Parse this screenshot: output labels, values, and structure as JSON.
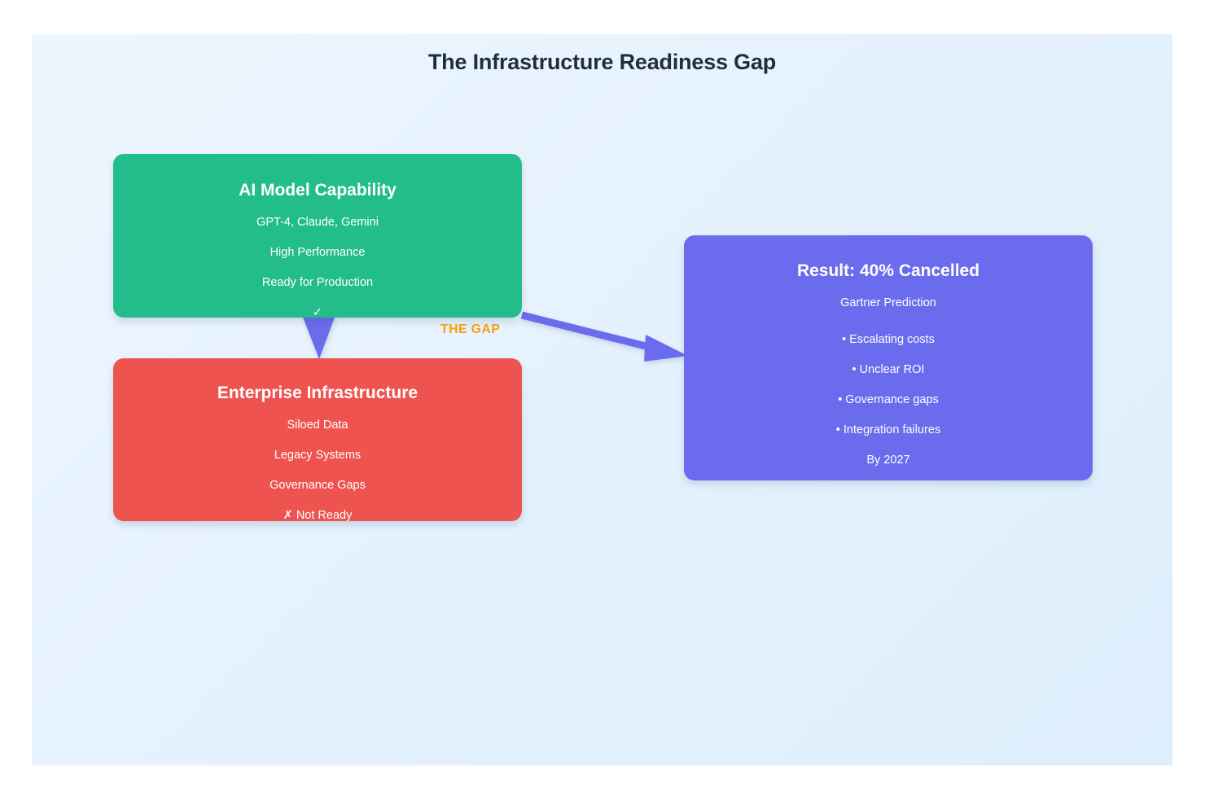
{
  "title": "The Infrastructure Readiness Gap",
  "colors": {
    "title": "#1f2d3d",
    "panel_background": "#e6f2fd",
    "capability": "#22bd8a",
    "infrastructure": "#ee5350",
    "result": "#6a6ced",
    "arrow": "#6a6ced",
    "gap_label": "#f5a00a"
  },
  "nodes": {
    "capability": {
      "title": "AI Model Capability",
      "lines": [
        "GPT-4, Claude, Gemini",
        "High Performance",
        "Ready for Production",
        "✓"
      ]
    },
    "infrastructure": {
      "title": "Enterprise Infrastructure",
      "lines": [
        "Siloed Data",
        "Legacy Systems",
        "Governance Gaps",
        "✗  Not Ready"
      ]
    },
    "result": {
      "title": "Result: 40% Cancelled",
      "subtitle": "Gartner Prediction",
      "bullets": [
        "• Escalating costs",
        "• Unclear ROI",
        "• Governance gaps",
        "• Integration failures"
      ],
      "footer": "By 2027"
    }
  },
  "labels": {
    "gap": "THE GAP"
  }
}
